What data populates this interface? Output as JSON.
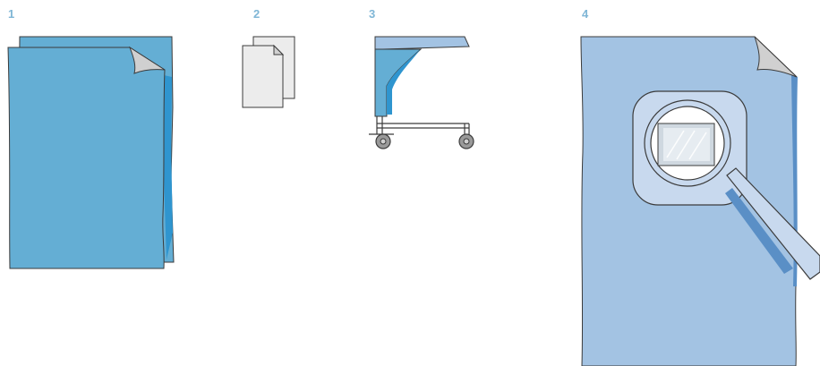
{
  "steps": [
    {
      "number": "1",
      "icon": "drape-sheets-icon"
    },
    {
      "number": "2",
      "icon": "paper-sheets-icon"
    },
    {
      "number": "3",
      "icon": "draped-instrument-trolley-icon"
    },
    {
      "number": "4",
      "icon": "drape-with-magnifier-window-icon"
    }
  ],
  "colors": {
    "label": "#7fb6d6",
    "drape_dark": "#64aed4",
    "drape_edge": "#2f95cf",
    "drape_light": "#a3c3e3",
    "drape_light_edge": "#5a8fc6",
    "paper": "#ececec",
    "fold": "#d0d0d0",
    "outline": "#3b3b3b",
    "wheel": "#9a9a9a",
    "window_border": "#c8d9ee",
    "film": "#cfd8e0"
  }
}
